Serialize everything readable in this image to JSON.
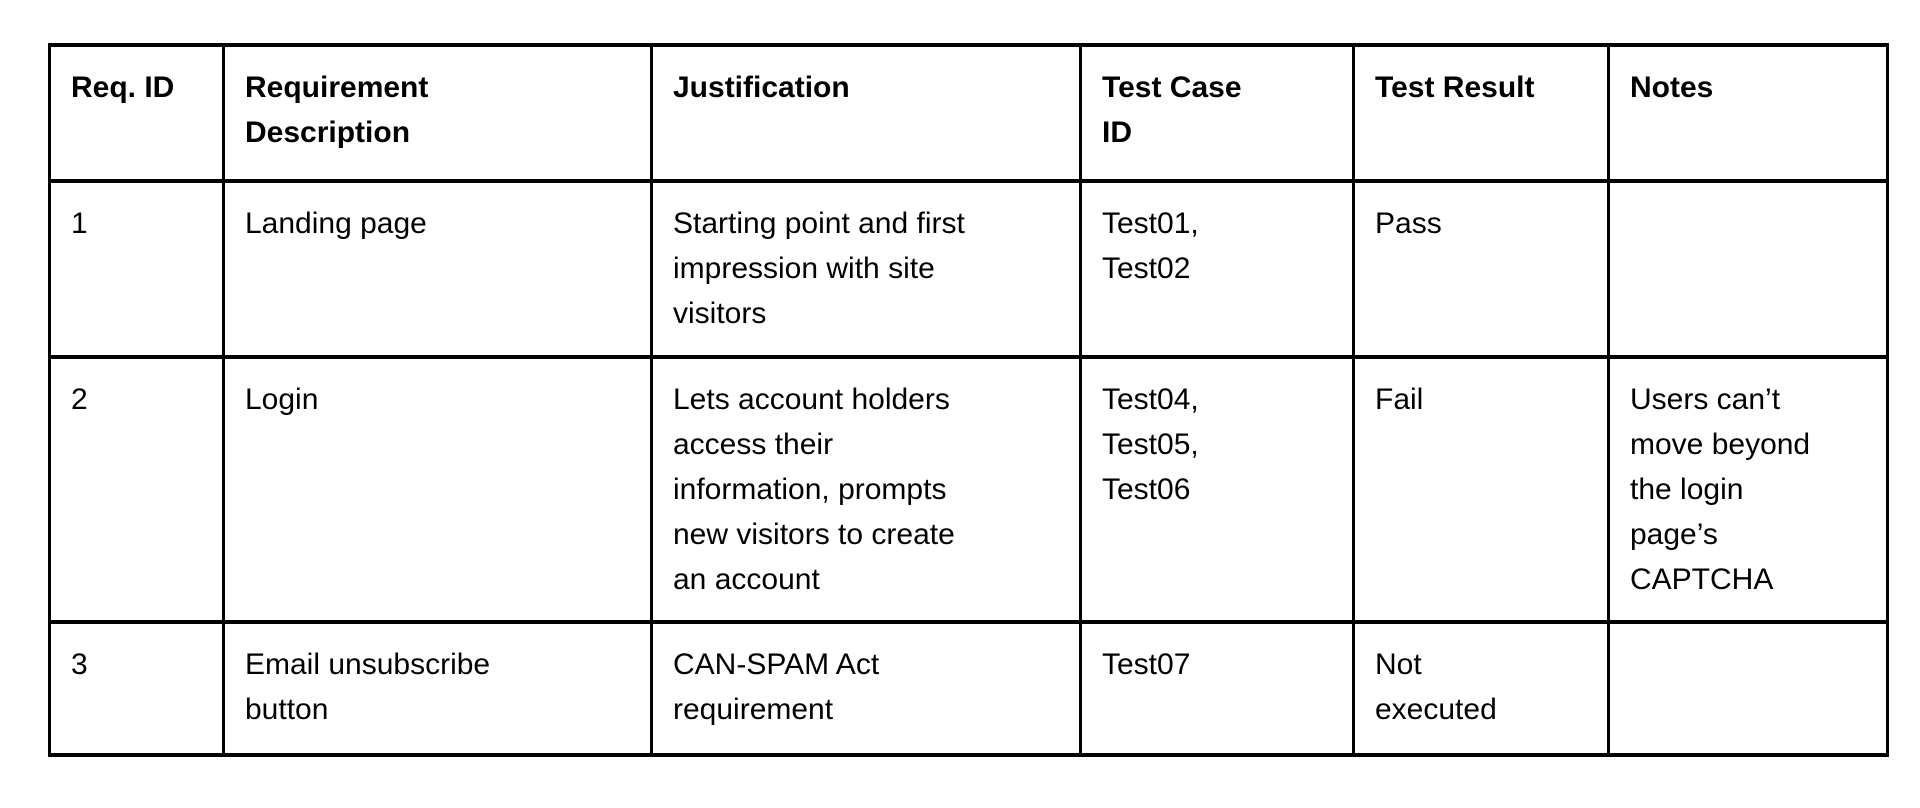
{
  "page": {
    "background_color": "#ffffff",
    "text_color": "#000000",
    "border_color": "#000000"
  },
  "table": {
    "headers": [
      "Req. ID",
      "Requirement\nDescription",
      "Justification",
      "Test Case\nID",
      "Test Result",
      "Notes"
    ],
    "rows": [
      {
        "req_id": "1",
        "description": "Landing page",
        "justification": "Starting point and first\nimpression with site\nvisitors",
        "test_case_id": "Test01,\nTest02",
        "test_result": "Pass",
        "notes": ""
      },
      {
        "req_id": "2",
        "description": "Login",
        "justification": "Lets account holders\naccess their\ninformation, prompts\nnew visitors to create\nan account",
        "test_case_id": "Test04,\nTest05,\nTest06",
        "test_result": "Fail",
        "notes": "Users can’t\nmove beyond\nthe login\npage’s\nCAPTCHA"
      },
      {
        "req_id": "3",
        "description": "Email unsubscribe\nbutton",
        "justification": "CAN-SPAM Act\nrequirement",
        "test_case_id": "Test07",
        "test_result": "Not\nexecuted",
        "notes": ""
      }
    ]
  }
}
